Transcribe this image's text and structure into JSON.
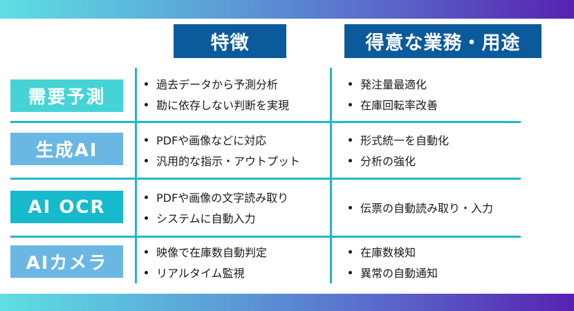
{
  "colors": {
    "header_bg": "#0b5b9c",
    "divider": "#1fb8c9",
    "gradient_start": "#5fdfe3",
    "gradient_end": "#5622b0"
  },
  "headers": {
    "features": "特徴",
    "use_cases": "得意な業務・用途"
  },
  "rows": [
    {
      "label": "需要予測",
      "label_color": "#45d3d5",
      "features": [
        "過去データから予測分析",
        "勘に依存しない判断を実現"
      ],
      "use_cases": [
        "発注量最適化",
        "在庫回転率改善"
      ]
    },
    {
      "label": "生成AI",
      "label_color": "#6bb7e4",
      "features": [
        "PDFや画像などに対応",
        "汎用的な指示・アウトプット"
      ],
      "use_cases": [
        "形式統一を自動化",
        "分析の強化"
      ]
    },
    {
      "label": "AI OCR",
      "label_color": "#17b9cd",
      "features": [
        "PDFや画像の文字読み取り",
        "システムに自動入力"
      ],
      "use_cases": [
        "伝票の自動読み取り・入力"
      ]
    },
    {
      "label": "AIカメラ",
      "label_color": "#6bb7e4",
      "features": [
        "映像で在庫数自動判定",
        "リアルタイム監視"
      ],
      "use_cases": [
        "在庫数検知",
        "異常の自動通知"
      ]
    }
  ]
}
